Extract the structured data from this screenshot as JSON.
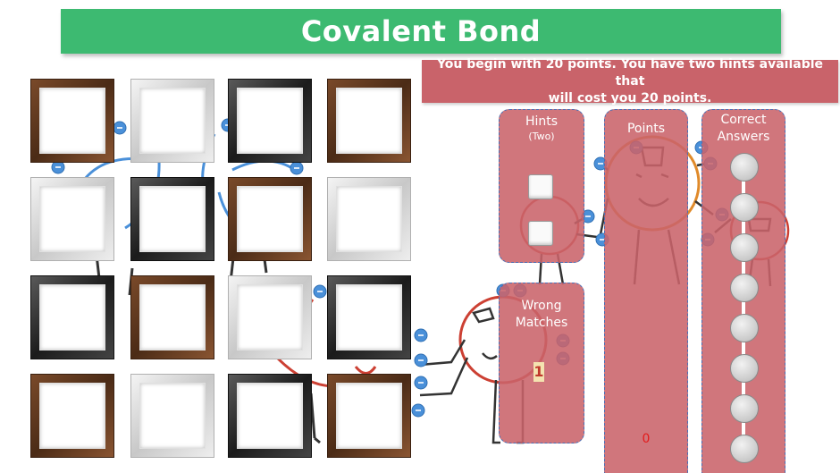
{
  "title": "Covalent Bond",
  "info": {
    "line1": "You begin with 20 points. You have two hints available that",
    "line2": "will cost you 20 points."
  },
  "hints": {
    "title": "Hints",
    "subtitle": "(Two)"
  },
  "points": {
    "title": "Points",
    "value": "0"
  },
  "correct": {
    "title_line1": "Correct",
    "title_line2": "Answers"
  },
  "wrong": {
    "title_line1": "Wrong",
    "title_line2": "Matches",
    "count": "1"
  },
  "colors": {
    "title_green": "#3dba71",
    "panel_red": "#c9636a",
    "electron_blue": "#4a90d9",
    "points_red": "#e31b1b"
  },
  "card_frames": [
    "wood",
    "silver",
    "black",
    "wood",
    "silver",
    "black",
    "wood",
    "silver",
    "black",
    "wood",
    "silver",
    "black",
    "wood",
    "silver",
    "black",
    "wood"
  ]
}
